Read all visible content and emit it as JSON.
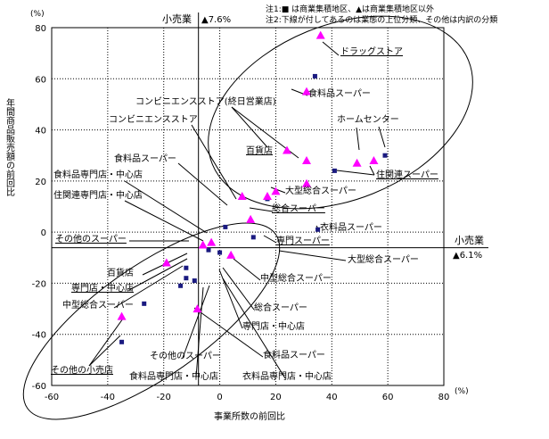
{
  "notes": [
    "注1:■ は商業集積地区、▲は商業集積地区以外",
    "注2:下線が付してあるのは業態の上位分類、その他は内訳の分類"
  ],
  "chart_data": {
    "type": "scatter",
    "xlabel": "事業所数の前回比",
    "ylabel": "年間商品販売額の前回比",
    "xunit": "(%)",
    "yunit": "(%)",
    "xlim": [
      -60,
      80
    ],
    "ylim": [
      -60,
      80
    ],
    "xticks": [
      "-60",
      "-40",
      "-20",
      "0",
      "20",
      "40",
      "60",
      "80"
    ],
    "yticks": [
      "80",
      "60",
      "40",
      "20",
      "0",
      "-20",
      "-40",
      "-60"
    ],
    "grid": true,
    "reference": {
      "x": {
        "value": 7.6,
        "label": "小売業",
        "value_label": "▲7.6%"
      },
      "y": {
        "value": -6.1,
        "label": "小売業",
        "value_label": "▲6.1%"
      }
    },
    "series": [
      {
        "marker": "square",
        "color": "#1a1a80",
        "points": [
          {
            "x": 34,
            "y": 61
          },
          {
            "x": 59,
            "y": 30
          },
          {
            "x": 41,
            "y": 24
          },
          {
            "x": 17,
            "y": 13
          },
          {
            "x": 12,
            "y": -2
          },
          {
            "x": 35,
            "y": 1
          },
          {
            "x": 2,
            "y": 2
          },
          {
            "x": -4,
            "y": -7
          },
          {
            "x": -12,
            "y": -14
          },
          {
            "x": -12,
            "y": -18
          },
          {
            "x": -9,
            "y": -19
          },
          {
            "x": -14,
            "y": -21
          },
          {
            "x": -27,
            "y": -28
          },
          {
            "x": -35,
            "y": -43
          },
          {
            "x": 0,
            "y": -8
          }
        ]
      },
      {
        "marker": "triangle",
        "color": "#ff00ff",
        "points": [
          {
            "x": 36,
            "y": 77
          },
          {
            "x": 31,
            "y": 55
          },
          {
            "x": 55,
            "y": 28
          },
          {
            "x": 49,
            "y": 27
          },
          {
            "x": 31,
            "y": 28
          },
          {
            "x": 24,
            "y": 32
          },
          {
            "x": 31,
            "y": 19
          },
          {
            "x": 20,
            "y": 16
          },
          {
            "x": 8,
            "y": 14
          },
          {
            "x": 17,
            "y": 14
          },
          {
            "x": 11,
            "y": 5
          },
          {
            "x": -19,
            "y": -12
          },
          {
            "x": -3,
            "y": -4
          },
          {
            "x": -6,
            "y": -5
          },
          {
            "x": 4,
            "y": -9
          },
          {
            "x": -8,
            "y": -30
          },
          {
            "x": -35,
            "y": -33
          }
        ]
      }
    ],
    "annotations": [
      {
        "text": "ドラッグストア",
        "underline": true
      },
      {
        "text": "食料品スーパー",
        "underline": false
      },
      {
        "text": "コンビニエンスストア(終日営業店)",
        "underline": false
      },
      {
        "text": "コンビニエンスストア",
        "underline": false
      },
      {
        "text": "ホームセンター",
        "underline": false
      },
      {
        "text": "百貨店",
        "underline": true
      },
      {
        "text": "食料品スーパー",
        "underline": false
      },
      {
        "text": "住関連スーパー",
        "underline": true
      },
      {
        "text": "食料品専門店・中心店",
        "underline": false
      },
      {
        "text": "大型総合スーパー",
        "underline": false
      },
      {
        "text": "住関連専門店・中心店",
        "underline": false
      },
      {
        "text": "総合スーパー",
        "underline": true
      },
      {
        "text": "衣料品スーパー",
        "underline": false
      },
      {
        "text": "その他のスーパー",
        "underline": true
      },
      {
        "text": "専門スーパー",
        "underline": true
      },
      {
        "text": "大型総合スーパー",
        "underline": false
      },
      {
        "text": "百貨店",
        "underline": false
      },
      {
        "text": "専門店・中心店",
        "underline": true
      },
      {
        "text": "中型総合スーパー",
        "underline": false
      },
      {
        "text": "中型総合スーパー",
        "underline": false
      },
      {
        "text": "総合スーパー",
        "underline": false
      },
      {
        "text": "専門店・中心店",
        "underline": false
      },
      {
        "text": "その他の小売店",
        "underline": true
      },
      {
        "text": "その他のスーパー",
        "underline": false
      },
      {
        "text": "食料品スーパー",
        "underline": false
      },
      {
        "text": "食料品専門店・中心店",
        "underline": false
      },
      {
        "text": "衣料品専門店・中心店",
        "underline": false
      }
    ]
  }
}
